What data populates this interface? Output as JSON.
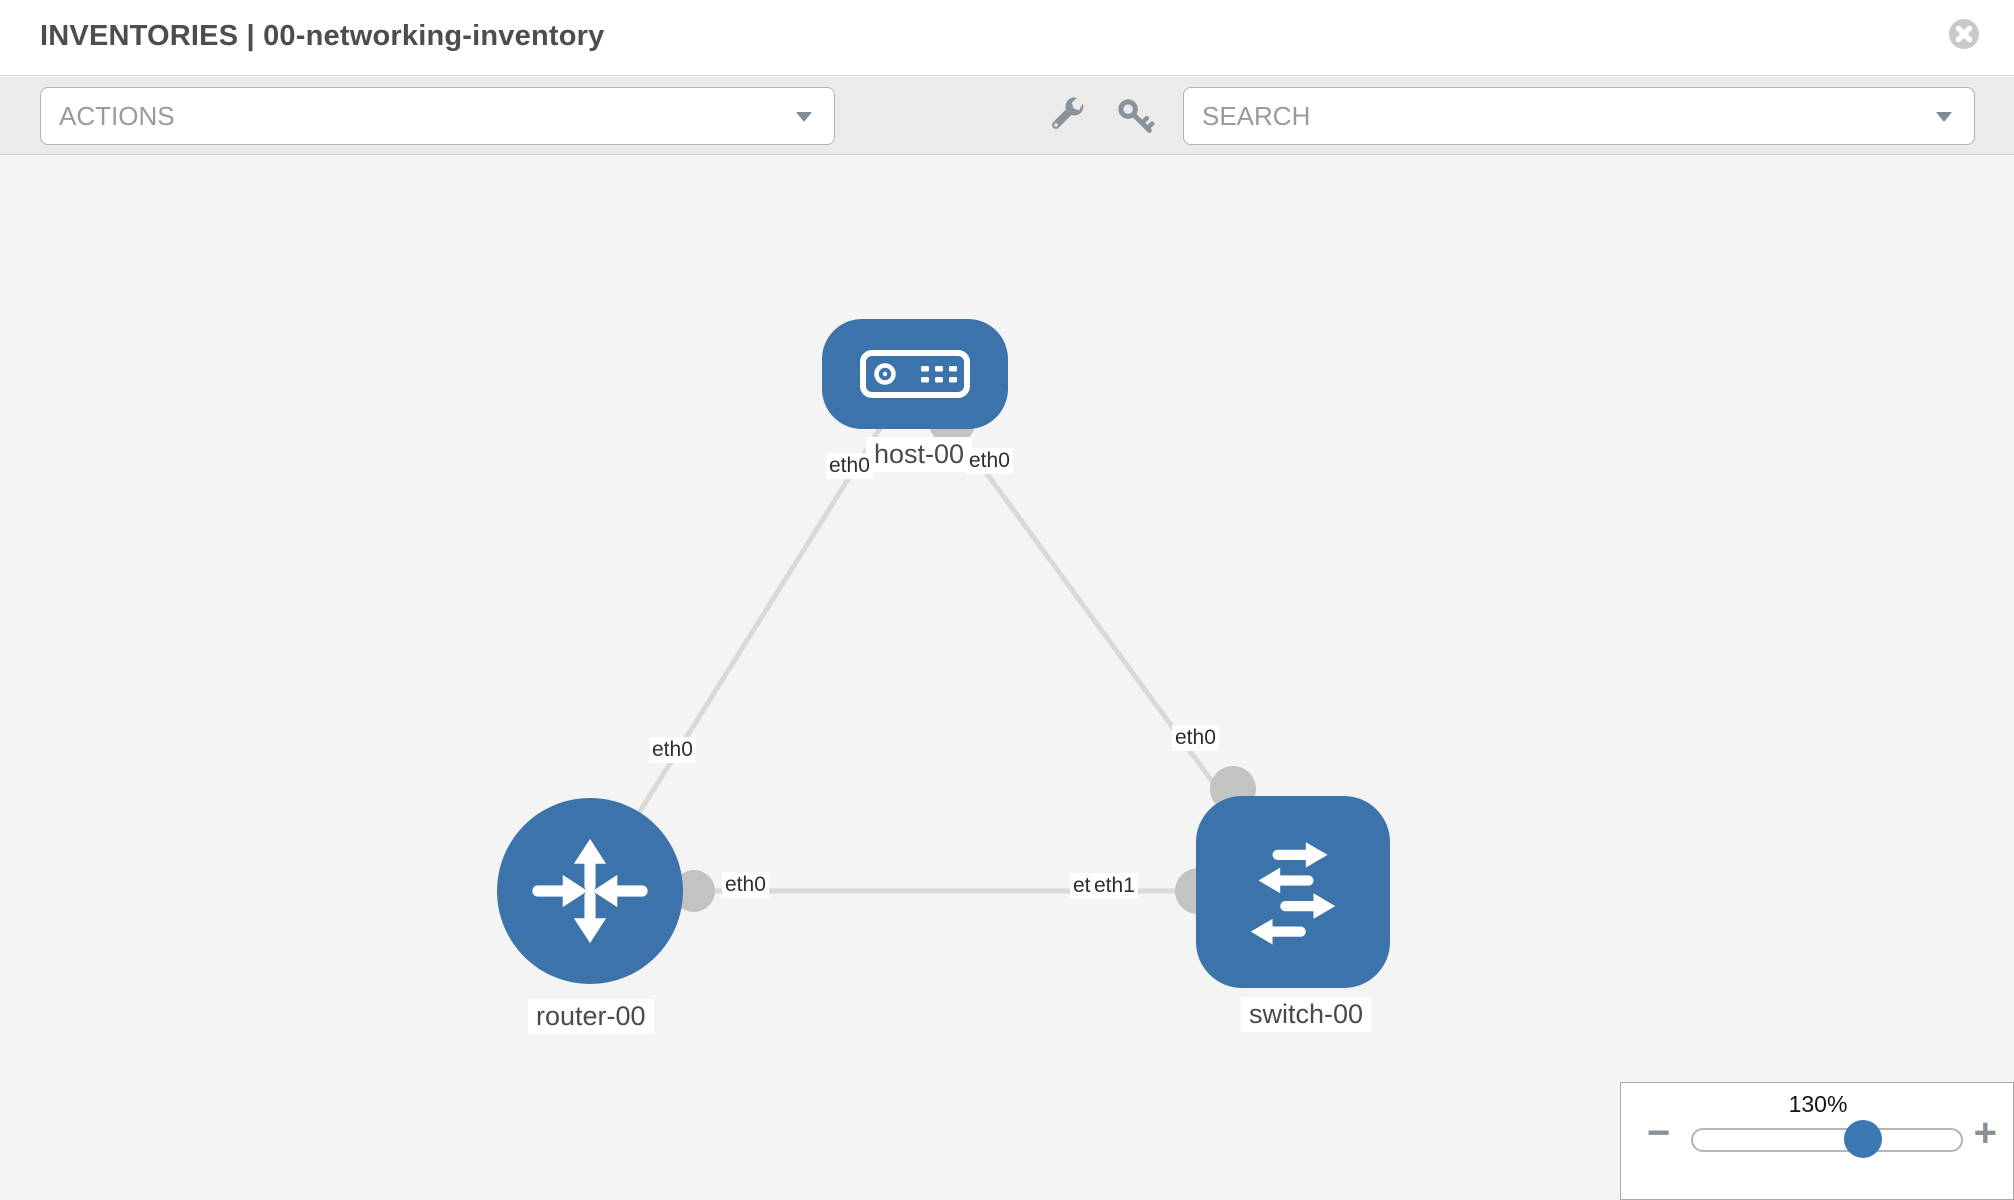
{
  "header": {
    "title": "INVENTORIES | 00-networking-inventory"
  },
  "toolbar": {
    "actions": {
      "label": "ACTIONS"
    },
    "tools": [
      {
        "icon": "wrench-icon"
      },
      {
        "icon": "key-icon"
      }
    ],
    "search": {
      "placeholder": "SEARCH",
      "value": ""
    }
  },
  "topology": {
    "nodes": [
      {
        "label": "host-00",
        "type": "host"
      },
      {
        "label": "router-00",
        "type": "router"
      },
      {
        "label": "switch-00",
        "type": "switch"
      }
    ],
    "links": [
      {
        "endpoints": [
          "host-00",
          "router-00"
        ],
        "interfaces": [
          "eth0",
          "eth0"
        ]
      },
      {
        "endpoints": [
          "host-00",
          "switch-00"
        ],
        "interfaces": [
          "eth0",
          "eth0"
        ]
      },
      {
        "endpoints": [
          "router-00",
          "switch-00"
        ],
        "interfaces": [
          "eth0",
          "eth1"
        ]
      }
    ],
    "chips": {
      "host_left": "eth0",
      "host_right": "eth0",
      "upper_left": "eth0",
      "upper_right": "eth0",
      "mid_left": "eth0",
      "mid_right_under": "eth0",
      "mid_right_over": "eth1"
    }
  },
  "zoom": {
    "value": "130%",
    "minus_label": "−",
    "plus_label": "+"
  },
  "colors": {
    "accent": "#3c73aa",
    "knob": "#3a78b4",
    "link": "#d9d9d9",
    "connector": "#c3c3c3",
    "toolbar_bg": "#ebebeb",
    "canvas_bg": "#f4f4f4"
  }
}
